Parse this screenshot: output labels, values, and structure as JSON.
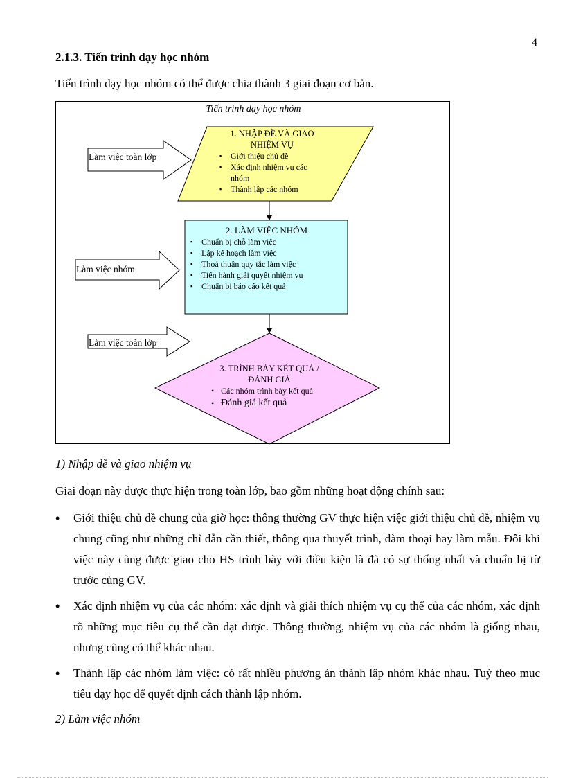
{
  "page": {
    "number": "4",
    "heading": "2.1.3. Tiến trình dạy học nhóm",
    "intro": "Tiến trình dạy học nhóm có thể được chia thành 3 giai đoạn cơ bản."
  },
  "diagram": {
    "title": "Tiến trình dạy học nhóm",
    "colors": {
      "stage1": "#ffff99",
      "stage2": "#ccffff",
      "stage3": "#ffccff",
      "border": "#000000"
    },
    "arrows": [
      {
        "label": "Làm việc toàn lớp"
      },
      {
        "label": "Làm việc nhóm"
      },
      {
        "label": "Làm việc toàn lớp"
      }
    ],
    "stage1": {
      "shape": "parallelogram",
      "title_line1": "1.  NHẬP ĐỀ VÀ GIAO",
      "title_line2": "NHIỆM  VỤ",
      "items": [
        "Giới thiệu chủ đề",
        "Xác định nhiệm vụ các nhóm",
        "Thành lập các nhóm"
      ]
    },
    "stage2": {
      "shape": "rectangle",
      "title": "2. LÀM VIỆC  NHÓM",
      "items": [
        "Chuẩn bị chỗ làm việc",
        "Lập kế hoạch làm việc",
        "Thoả thuận quy tắc làm việc",
        "Tiến hành giải quyết nhiệm vụ",
        "Chuẩn bị báo cáo kết quả"
      ]
    },
    "stage3": {
      "shape": "diamond",
      "title_line1": "3. TRÌNH BÀY KẾT QUẢ /",
      "title_line2": "ĐÁNH GIÁ",
      "items": [
        "Các nhóm trình bày kết quả",
        "Đánh giá kết quả"
      ]
    }
  },
  "section1": {
    "heading": "1) Nhập đề và giao nhiệm vụ",
    "lead": "Giai đoạn này  được thực hiện trong toàn lớp, bao gồm những hoạt động chính sau:",
    "bullets": [
      "Giới thiệu chủ đề chung của giờ học: thông thường GV thực hiện việc giới thiệu chủ đề, nhiệm vụ chung cũng như những chỉ dẫn cần thiết, thông qua thuyết trình, đàm thoại hay làm mẫu. Đôi khi việc này cũng được giao cho HS trình bày với điều kiện là đã có sự thống nhất và chuẩn bị từ trước cùng GV.",
      "Xác định nhiệm vụ của các nhóm: xác định và giải thích nhiệm vụ cụ thể của các nhóm, xác định rõ những mục tiêu cụ thể cần đạt được. Thông thường, nhiệm vụ của các nhóm là giống nhau, nhưng cũng có thể khác nhau.",
      "Thành lập các nhóm làm việc: có rất nhiều phương án thành lập nhóm khác nhau. Tuỳ theo mục tiêu dạy học để quyết định cách thành lập nhóm."
    ]
  },
  "section2": {
    "heading": "2) Làm việc nhóm"
  }
}
